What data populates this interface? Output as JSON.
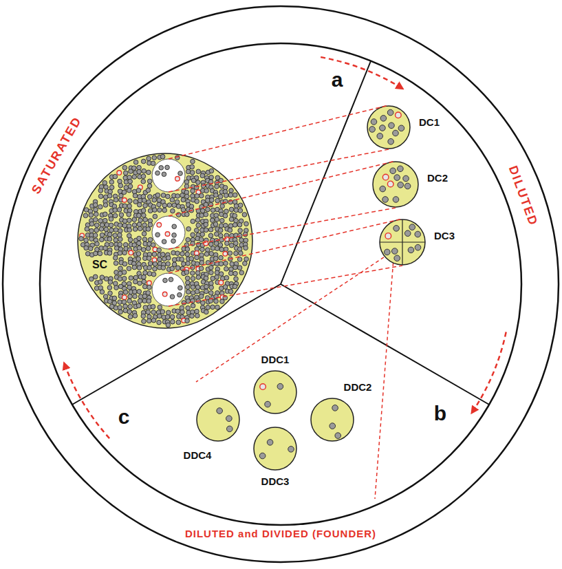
{
  "diagram": {
    "nodes": [
      {
        "text": [
          "SC"
        ]
      },
      {
        "text": [
          "DC1"
        ]
      },
      {
        "text": [
          "DC2"
        ]
      },
      {
        "text": [
          "DC3"
        ]
      },
      {
        "text": [
          "DDC1"
        ]
      },
      {
        "text": [
          "DDC2"
        ]
      },
      {
        "text": [
          "DDC3"
        ]
      },
      {
        "text": [
          "DDC4"
        ]
      }
    ],
    "edges": [
      {
        "from": 0,
        "to": 1,
        "arrow": "none"
      },
      {
        "from": 0,
        "to": 2,
        "arrow": "none"
      },
      {
        "from": 0,
        "to": 3,
        "arrow": "none"
      }
    ],
    "labels": [
      "a",
      "b",
      "c",
      "SATURATED",
      "DILUTED",
      "DILUTED and DIVIDED (FOUNDER)"
    ]
  }
}
